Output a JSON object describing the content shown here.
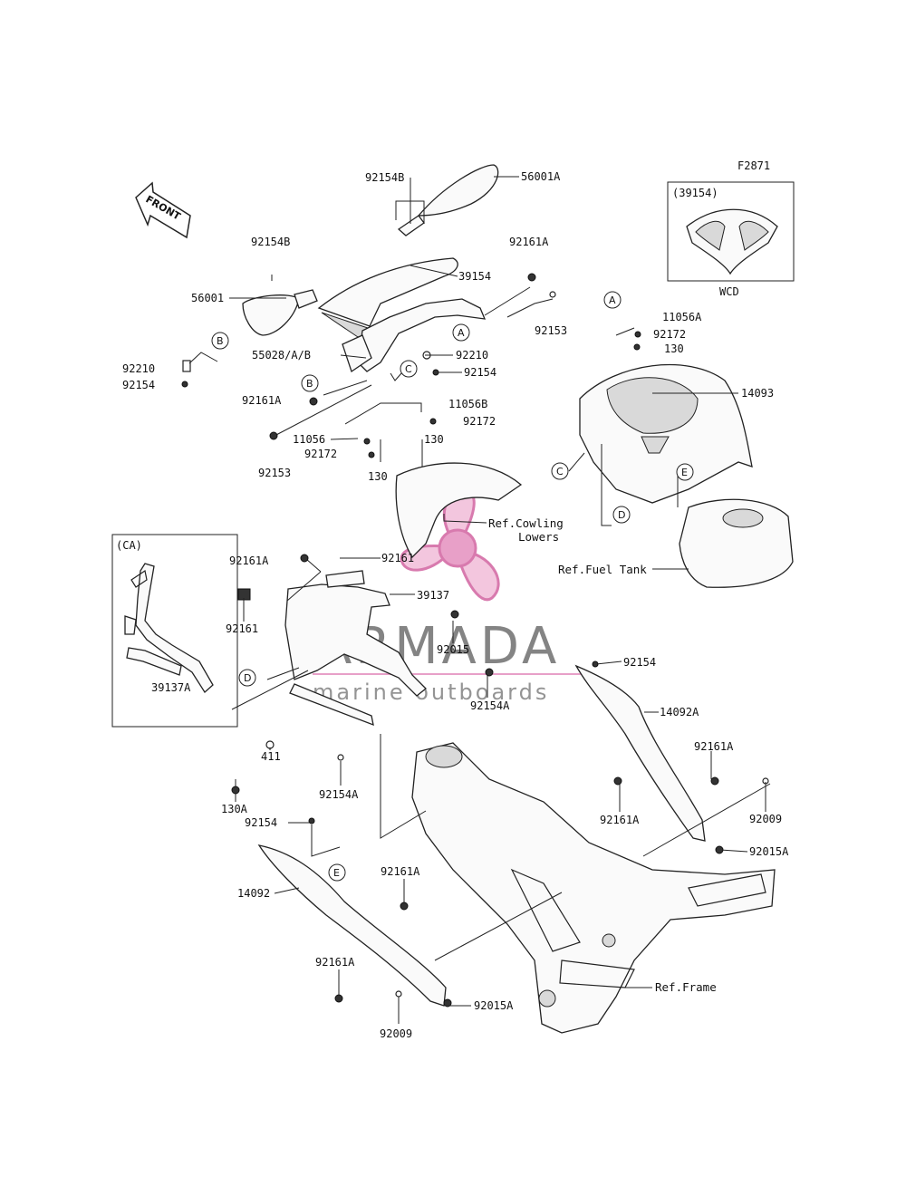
{
  "figure_code": "F2871",
  "front_label": "FRONT",
  "inset_wcd": {
    "part": "(39154)",
    "caption": "WCD"
  },
  "inset_ca": {
    "caption": "(CA)",
    "part": "39137A"
  },
  "references": {
    "cowling": "Ref.Cowling",
    "cowling2": "Lowers",
    "fuel_tank": "Ref.Fuel Tank",
    "frame": "Ref.Frame"
  },
  "watermark": {
    "brand": "ARMADA",
    "tagline": "marine outboards",
    "accent": "#e8a0c8"
  },
  "circle_labels": [
    "A",
    "B",
    "C",
    "A",
    "B",
    "C",
    "D",
    "E",
    "D",
    "E"
  ],
  "part_labels": [
    "92154B",
    "56001A",
    "92154B",
    "39154",
    "92161A",
    "56001",
    "92153",
    "55028/A/B",
    "92210",
    "92210",
    "92154",
    "92154",
    "92161A",
    "11056B",
    "92172",
    "11056",
    "92172",
    "130",
    "92153",
    "130",
    "11056A",
    "92172",
    "130",
    "14093",
    "92161A",
    "92161",
    "39137",
    "92161",
    "92015",
    "92154",
    "92154A",
    "14092A",
    "130A",
    "411",
    "92154A",
    "92161A",
    "92161A",
    "92009",
    "92015A",
    "92154",
    "14092",
    "92161A",
    "92161A",
    "92015A",
    "92009"
  ]
}
